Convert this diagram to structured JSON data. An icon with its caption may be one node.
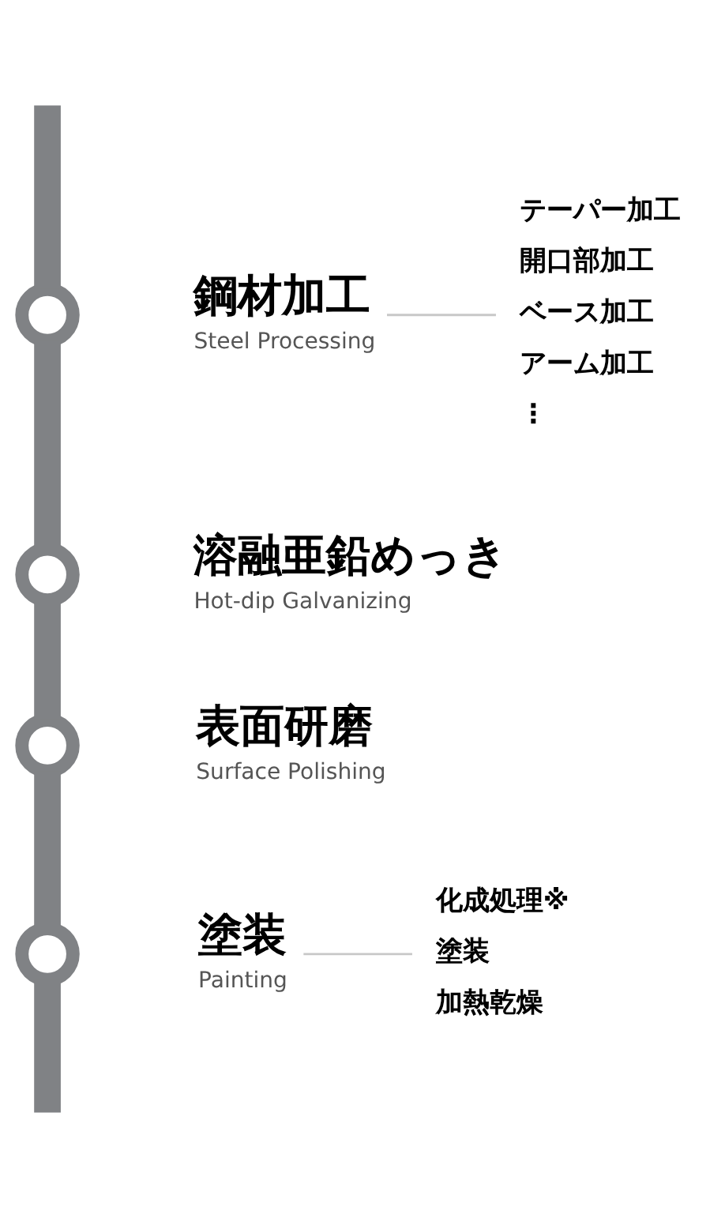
{
  "diagram": {
    "nodes": [
      {
        "text": [],
        "shape": "circle"
      },
      {
        "text": [
          "鋼材加工",
          "Steel Processing"
        ]
      },
      {
        "text": [
          "テーパー加工",
          "開口部加工",
          "ベース加工",
          "アーム加工",
          "⋮"
        ]
      },
      {
        "text": [],
        "shape": "circle"
      },
      {
        "text": [
          "溶融亜鉛めっき",
          "Hot-dip Galvanizing"
        ]
      },
      {
        "text": [],
        "shape": "circle"
      },
      {
        "text": [
          "表面研磨",
          "Surface Polishing"
        ]
      },
      {
        "text": [],
        "shape": "circle"
      },
      {
        "text": [
          "塗装",
          "Painting"
        ]
      },
      {
        "text": [
          "化成処理※",
          "塗装",
          "加熱乾燥"
        ]
      }
    ],
    "edges": [
      {
        "from": null,
        "to": 0,
        "arrow": "none"
      },
      {
        "from": 1,
        "to": 2,
        "arrow": "none",
        "color": "#c8c8c8"
      },
      {
        "from": 0,
        "to": 3,
        "arrow": "none"
      },
      {
        "from": 3,
        "to": 5,
        "arrow": "none"
      },
      {
        "from": 5,
        "to": 7,
        "arrow": "none"
      },
      {
        "from": 8,
        "to": 9,
        "arrow": "none",
        "color": "#c8c8c8"
      },
      {
        "from": 7,
        "to": null,
        "arrow": "none"
      }
    ]
  }
}
